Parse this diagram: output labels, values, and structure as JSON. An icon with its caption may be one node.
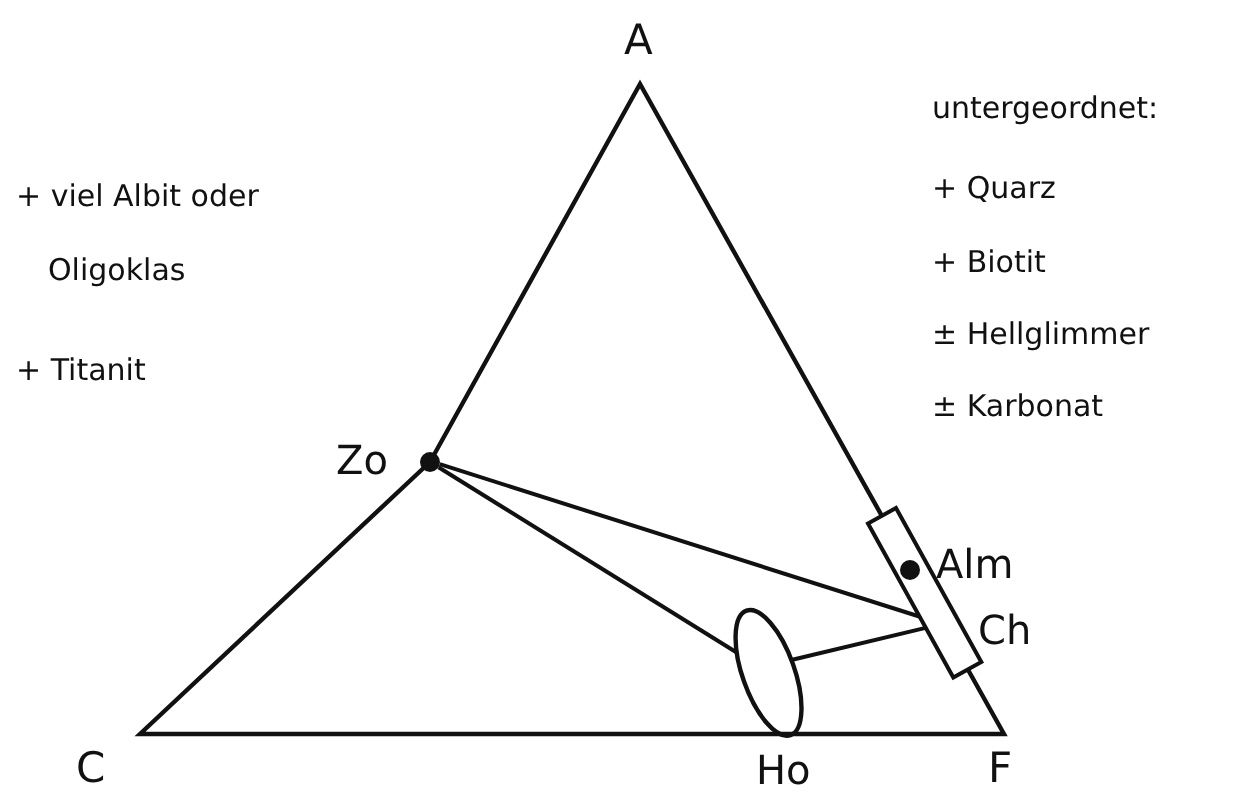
{
  "diagram": {
    "nodes": [
      {
        "text": [
          "Zo"
        ]
      },
      {
        "text": [
          "Alm"
        ],
        "in": 2
      },
      {
        "text": [
          "Ch"
        ]
      },
      {
        "text": [
          "Ho"
        ]
      }
    ],
    "edges": [
      {
        "from": 0,
        "to": 1,
        "arrow": "none"
      },
      {
        "from": 0,
        "to": 3,
        "arrow": "none"
      },
      {
        "from": 3,
        "to": 2,
        "arrow": "none"
      }
    ],
    "labels": [
      "A",
      "C",
      "F",
      "+ viel Albit oder Oligoklas",
      "+ Titanit",
      "untergeordnet:",
      "+ Quarz",
      "+ Biotit",
      "± Hellglimmer",
      "± Karbonat"
    ]
  }
}
